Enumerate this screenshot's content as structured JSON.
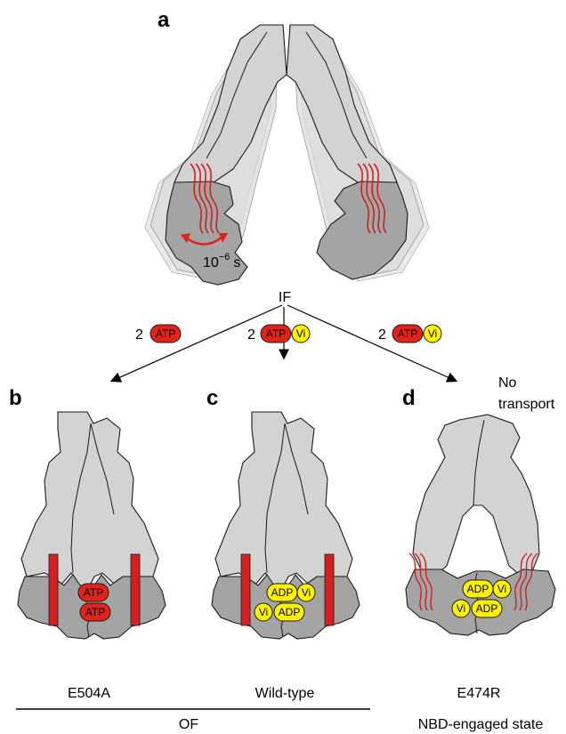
{
  "panels": {
    "a": {
      "letter": "a",
      "timescale": "10",
      "timescale_exp": "−6",
      "timescale_unit": "s",
      "state": "IF"
    },
    "b": {
      "letter": "b",
      "mutant": "E504A"
    },
    "c": {
      "letter": "c",
      "mutant": "Wild-type"
    },
    "d": {
      "letter": "d",
      "mutant": "E474R",
      "note_line1": "No",
      "note_line2": "transport",
      "state": "NBD-engaged state"
    }
  },
  "group_label": "OF",
  "arrows": {
    "left": {
      "count": "2",
      "ligand": "ATP"
    },
    "center": {
      "count": "2",
      "ligand": "ATP",
      "cofactor": "Vi"
    },
    "right": {
      "count": "2",
      "ligand": "ATP",
      "cofactor": "Vi"
    }
  },
  "pills": {
    "atp": "ATP",
    "adp": "ADP",
    "vi": "Vi"
  },
  "colors": {
    "red": "#e2231a",
    "yellow": "#fff200",
    "light_gray": "#d3d3d3",
    "dark_gray": "#a4a4a4"
  }
}
